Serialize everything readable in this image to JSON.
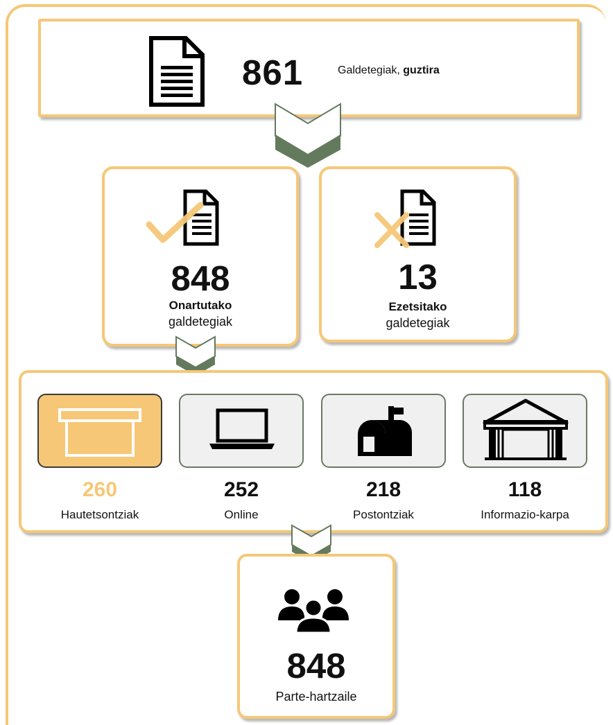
{
  "total": {
    "value": "861",
    "label_prefix": "Galdetegiak, ",
    "label_bold": "guztira",
    "icon": "document-icon"
  },
  "accepted": {
    "value": "848",
    "label_bold": "Onartutako",
    "label": "galdetegiak",
    "icon": "document-check-icon"
  },
  "rejected": {
    "value": "13",
    "label_bold": "Ezetsitako",
    "label": "galdetegiak",
    "icon": "document-cross-icon"
  },
  "channels": [
    {
      "value": "260",
      "label": "Hautetsontziak",
      "icon": "ballot-box-icon"
    },
    {
      "value": "252",
      "label": "Online",
      "icon": "laptop-icon"
    },
    {
      "value": "218",
      "label": "Postontziak",
      "icon": "mailbox-icon"
    },
    {
      "value": "118",
      "label": "Informazio-karpa",
      "icon": "tent-icon"
    }
  ],
  "participants": {
    "value": "848",
    "label": "Parte-hartzaile",
    "icon": "people-group-icon"
  },
  "colors": {
    "accent": "#f6c777",
    "chevron": "#647a5c",
    "box_border": "#6b7863"
  }
}
